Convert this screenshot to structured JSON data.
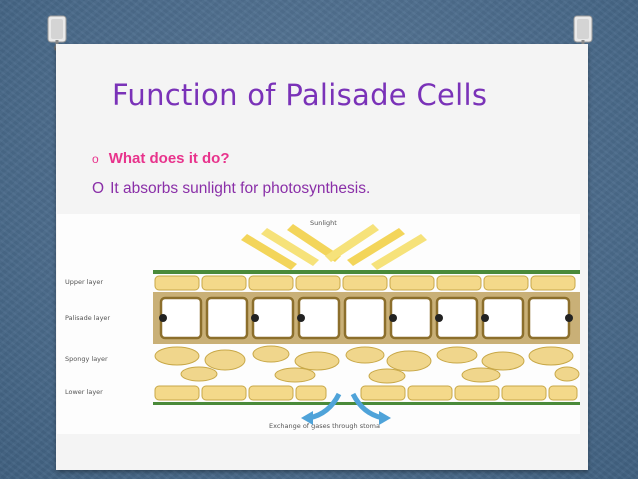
{
  "slide": {
    "title": "Function of Palisade Cells",
    "bullets": [
      {
        "marker": "o",
        "text": "What does it do?",
        "color": "#e8338c"
      },
      {
        "marker": "O",
        "text": "It absorbs sunlight for photosynthesis.",
        "color": "#8a2fa8"
      }
    ]
  },
  "figure": {
    "sunlight_label": "Sunlight",
    "layer_labels": [
      "Upper layer",
      "Palisade layer",
      "Spongy layer",
      "Lower layer"
    ],
    "caption": "Exchange of gases through stoma"
  },
  "colors": {
    "background": "#4f6f8f",
    "slide": "#f4f4f4",
    "title": "#7a32b8"
  }
}
